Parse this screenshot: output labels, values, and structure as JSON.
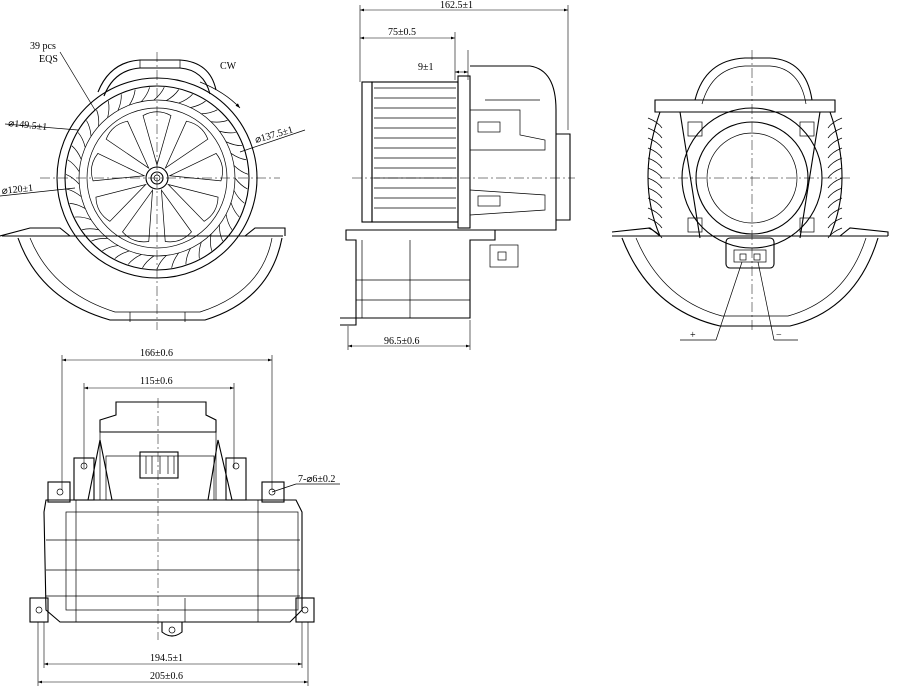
{
  "views": {
    "front": {
      "blade_count": "39 pcs",
      "blade_spacing": "EQS",
      "rotation": "CW",
      "dia_outer": "⌀149.5±1",
      "dia_inner": "⌀137.5±1",
      "dia_hub": "⌀120±1"
    },
    "side": {
      "overall_length": "162.5±1",
      "wheel_length": "75±0.5",
      "flange_gap": "9±1",
      "base_depth": "96.5±0.6"
    },
    "rear": {
      "terminal_plus": "+",
      "terminal_minus": "−"
    },
    "bottom": {
      "outer_hole_spacing": "166±0.6",
      "inner_hole_spacing": "115±0.6",
      "mount_holes": "7-⌀6±0.2",
      "base_width": "194.5±1",
      "overall_width": "205±0.6"
    }
  }
}
